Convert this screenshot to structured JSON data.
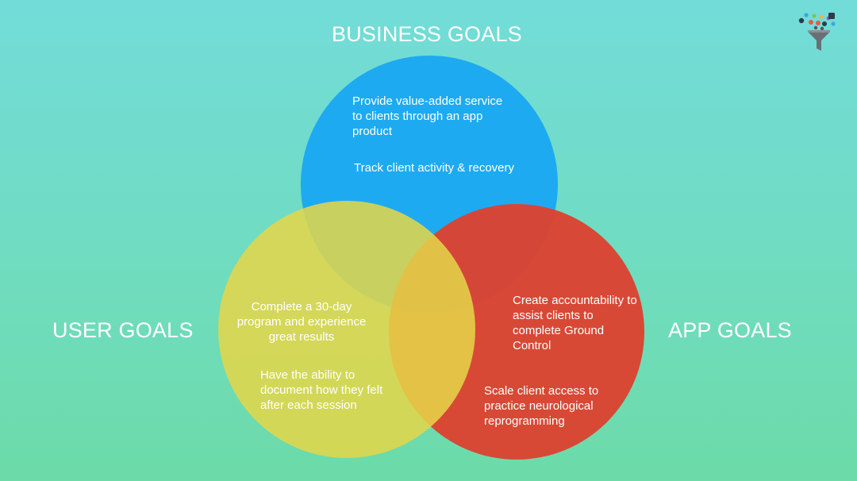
{
  "colors": {
    "business": "#1eaaf1",
    "app": "#dc4330",
    "user": "#e4d648",
    "text": "#ffffff"
  },
  "headings": {
    "business": "BUSINESS GOALS",
    "user": "USER GOALS",
    "app": "APP GOALS"
  },
  "business": {
    "item1": "Provide value-added service to clients through an app product",
    "item2": "Track client activity & recovery"
  },
  "user": {
    "item1": "Complete a 30-day program and experience great results",
    "item2": "Have the ability to document how they felt after each session"
  },
  "app": {
    "item1": "Create accountability to assist clients to complete Ground Control",
    "item2": "Scale client access to practice neurological reprogramming"
  },
  "logo": {
    "icon": "funnel-with-app-icons"
  }
}
